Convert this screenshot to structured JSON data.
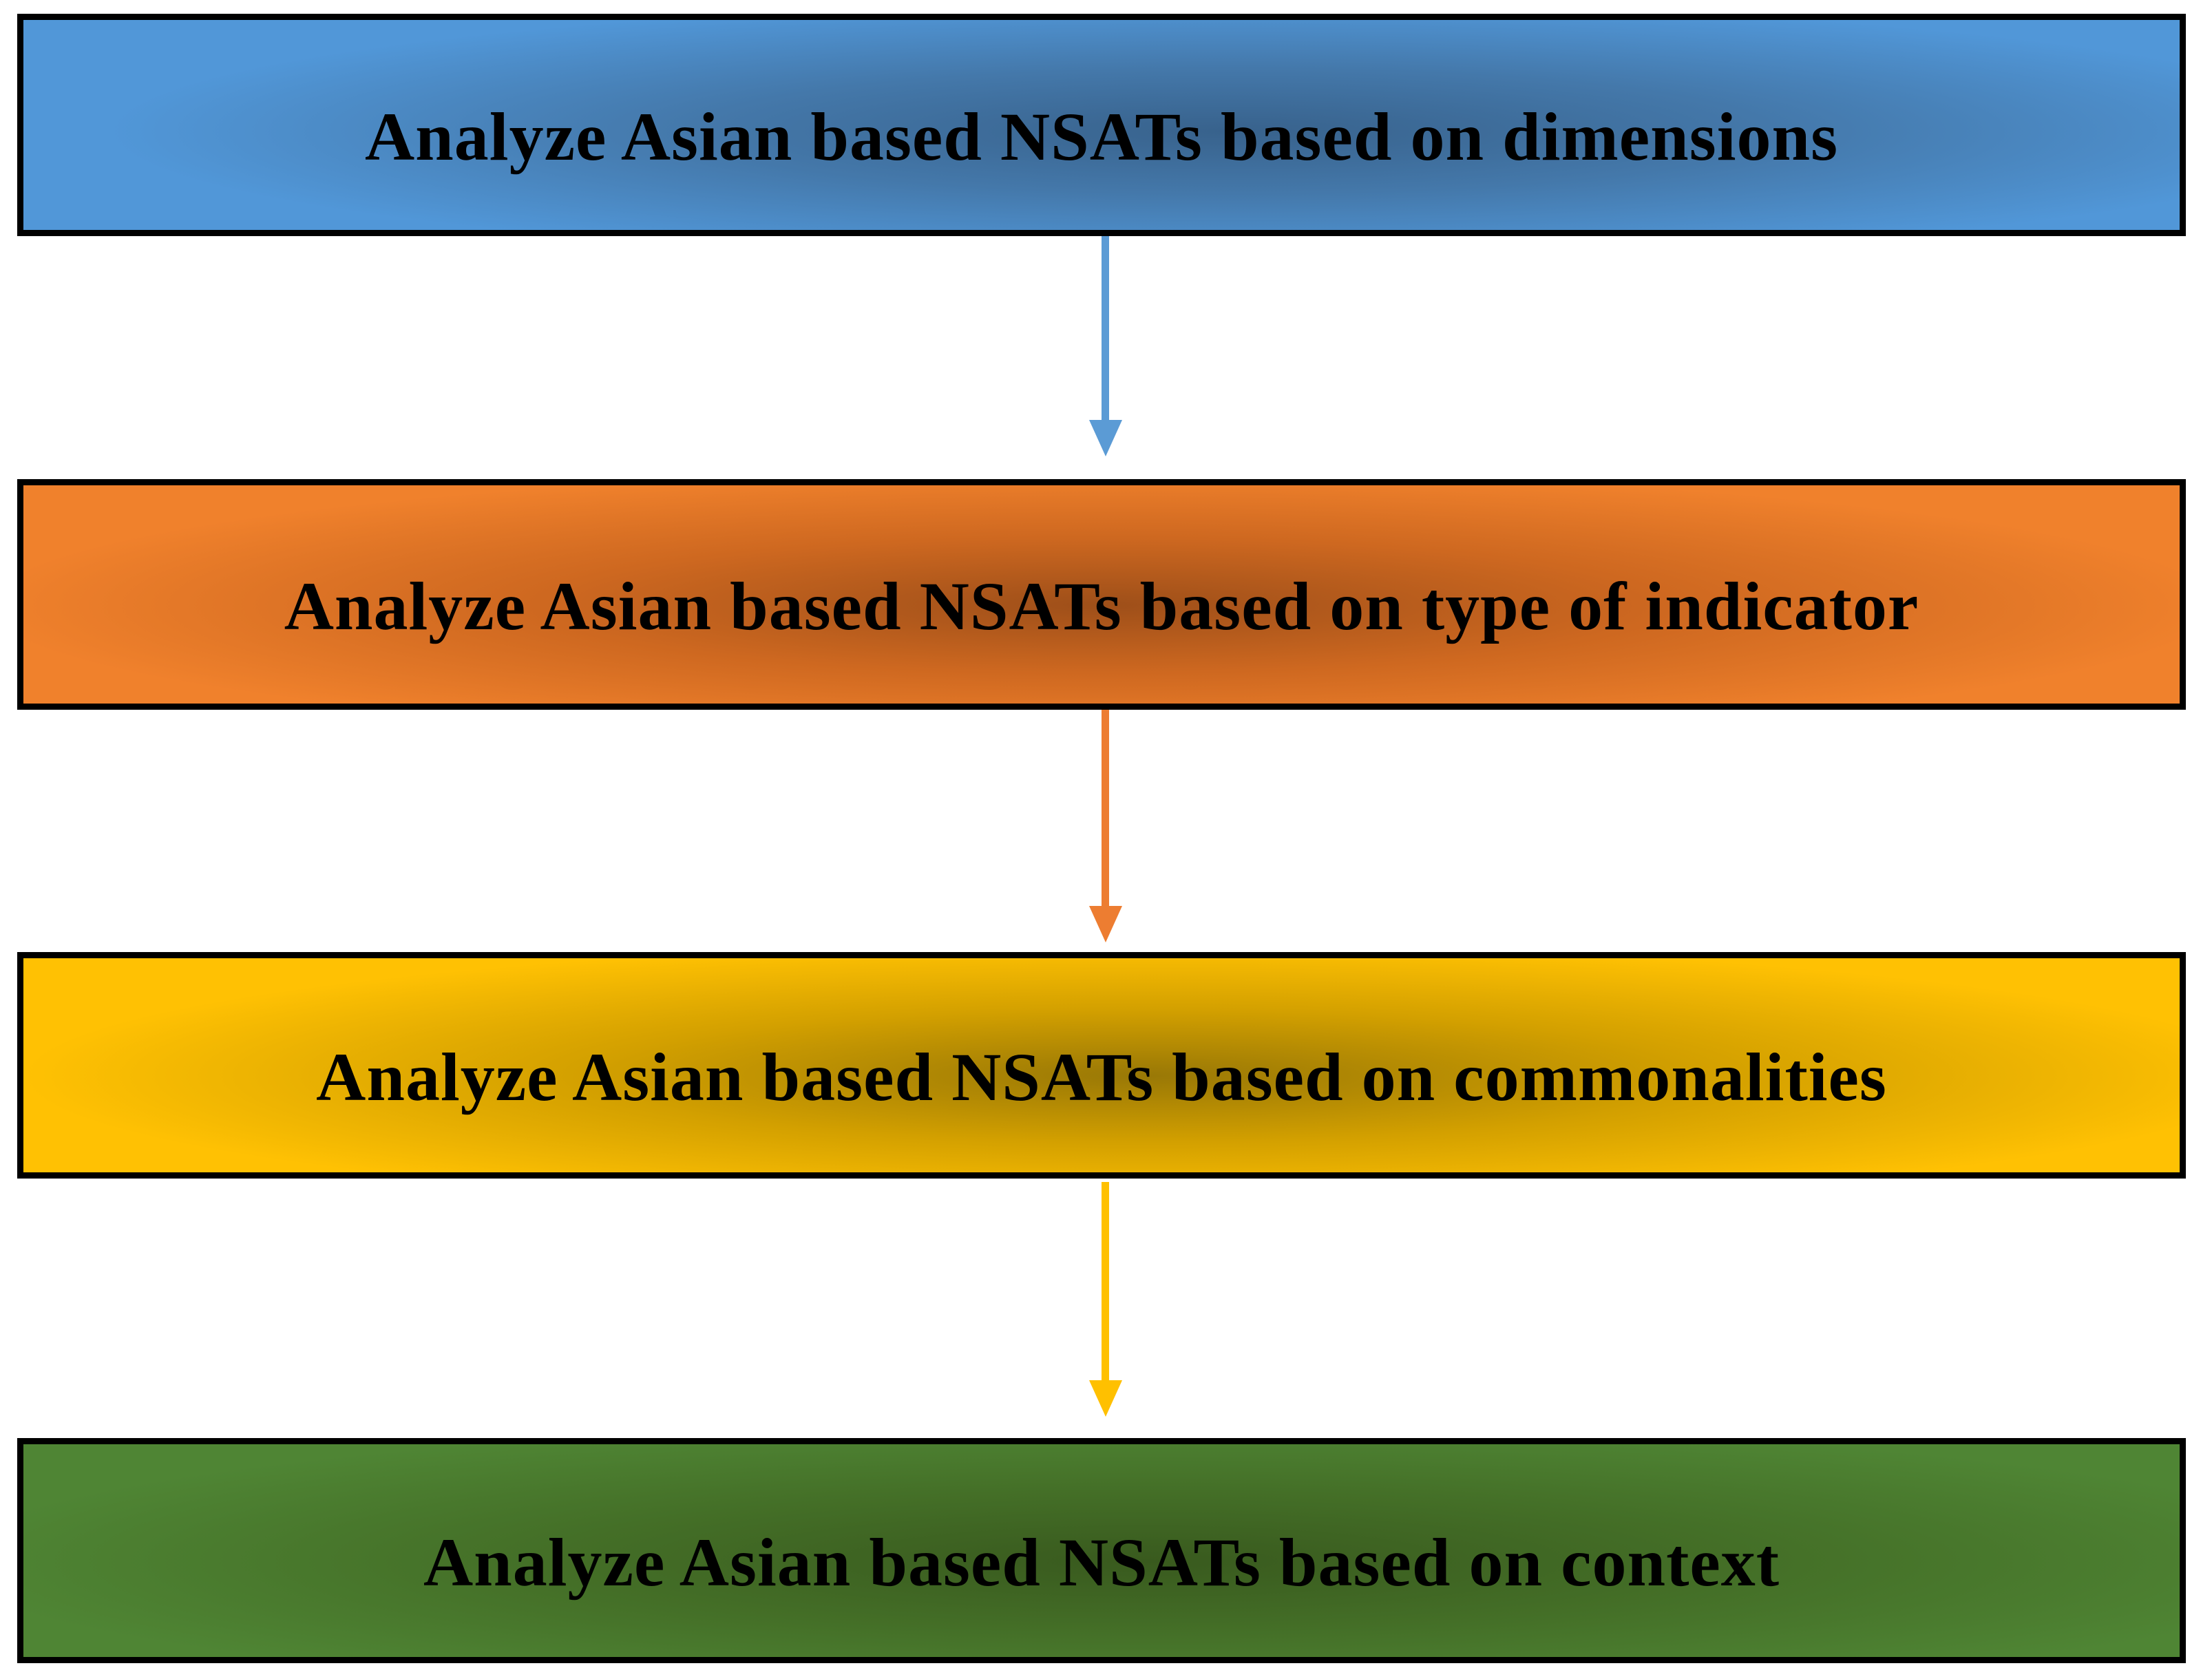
{
  "diagram": {
    "type": "flowchart",
    "background_color": "#FFFFFF",
    "box_border_color": "#000000",
    "text_color": "#000000",
    "steps": [
      {
        "label": "Analyze Asian based NSATs based on dimensions",
        "color_name": "blue",
        "fill_edge": "#5197D8",
        "fill_center": "#38628C"
      },
      {
        "label": "Analyze Asian based NSATs based on type of indicator",
        "color_name": "orange",
        "fill_edge": "#F0812C",
        "fill_center": "#9E4F19"
      },
      {
        "label": "Analyze Asian based NSATs based on commonalities",
        "color_name": "gold",
        "fill_edge": "#FFC103",
        "fill_center": "#997806"
      },
      {
        "label": "Analyze Asian based NSATs based on context",
        "color_name": "green",
        "fill_edge": "#4F8534",
        "fill_center": "#395A1E"
      }
    ],
    "arrows": [
      {
        "from_step": 1,
        "to_step": 2,
        "direction": "down",
        "color": "#5B9BD5"
      },
      {
        "from_step": 2,
        "to_step": 3,
        "direction": "down",
        "color": "#ED7D31"
      },
      {
        "from_step": 3,
        "to_step": 4,
        "direction": "down",
        "color": "#FFC000"
      }
    ]
  }
}
